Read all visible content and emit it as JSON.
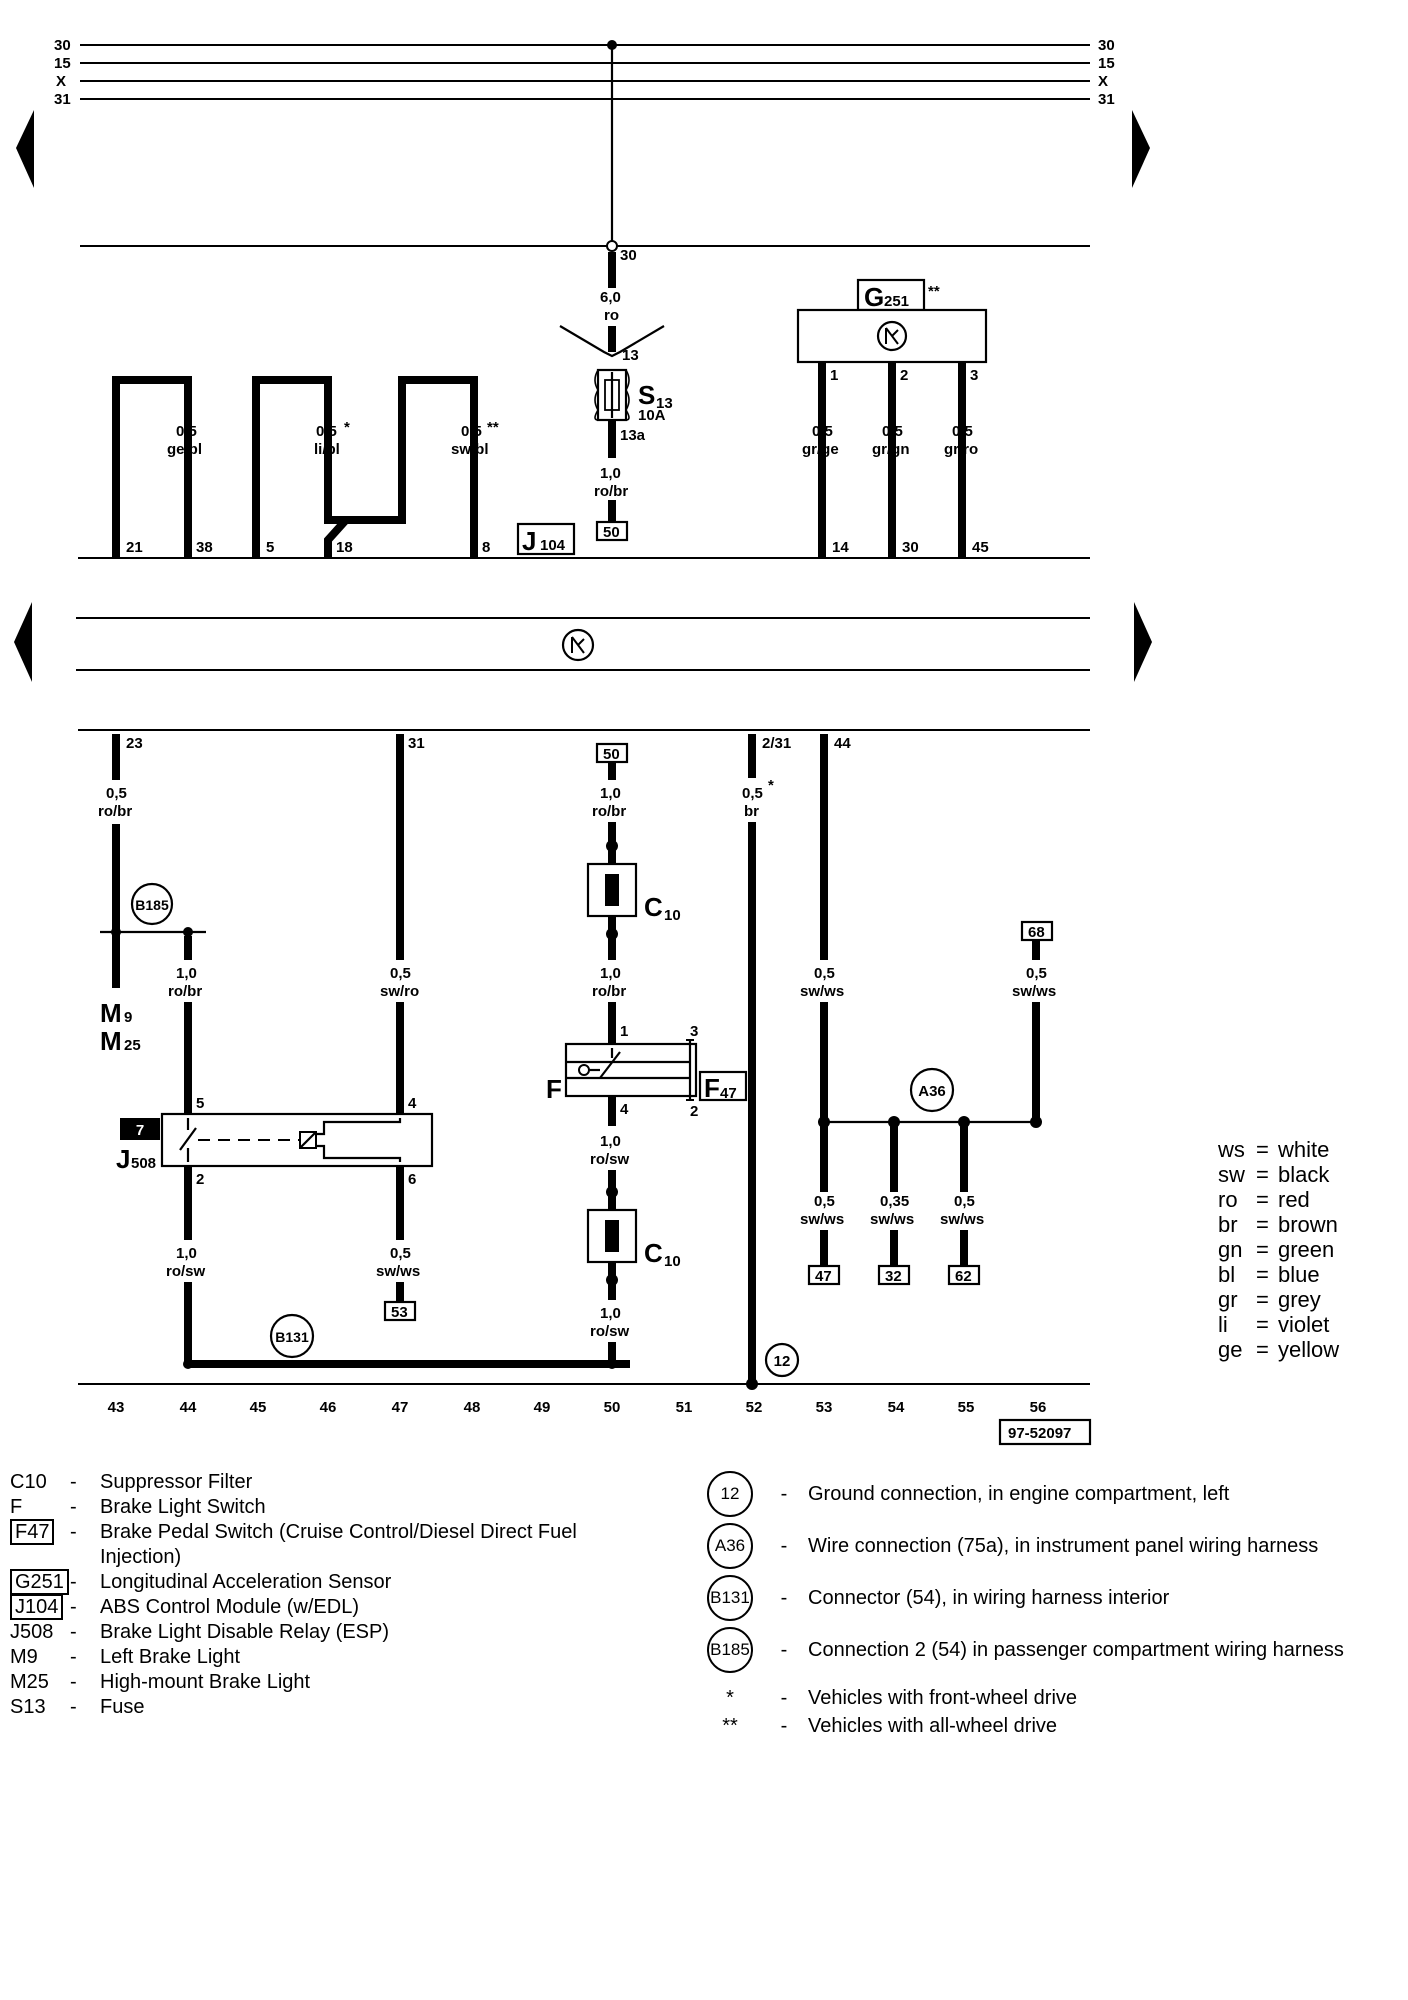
{
  "bus_labels": [
    "30",
    "15",
    "X",
    "31"
  ],
  "top_junction": "30",
  "wires": {
    "upper_left": [
      {
        "size": "0,5",
        "color": "ge/bl"
      },
      {
        "size": "0,5",
        "color": "li/bl",
        "mark": "*"
      },
      {
        "size": "0,5",
        "color": "sw/bl",
        "mark": "**"
      }
    ],
    "upper_pins": [
      "21",
      "38",
      "5",
      "18",
      "8",
      "14",
      "30",
      "45"
    ],
    "fuse_feed": {
      "size": "6,0",
      "color": "ro"
    },
    "fuse_out": {
      "size": "1,0",
      "color": "ro/br"
    },
    "fuse_pins": [
      "13",
      "13a"
    ],
    "fuse_label": "S",
    "fuse_sub": "13",
    "fuse_rating": "10A",
    "terminal_50": "50",
    "j104_label": "J",
    "j104_sub": "104",
    "g251_label": "G",
    "g251_sub": "251",
    "g251_mark": "**",
    "g251_pins": [
      "1",
      "2",
      "3"
    ],
    "g251_wires": [
      {
        "size": "0,5",
        "color": "gr/ge"
      },
      {
        "size": "0,5",
        "color": "gr/gn"
      },
      {
        "size": "0,5",
        "color": "gr/ro"
      }
    ],
    "lower_pins": [
      "23",
      "31",
      "2/31",
      "44"
    ],
    "lower": {
      "w23": {
        "size": "0,5",
        "color": "ro/br"
      },
      "w_b185": {
        "size": "1,0",
        "color": "ro/br"
      },
      "w31": {
        "size": "0,5",
        "color": "sw/ro"
      },
      "w50a": {
        "size": "1,0",
        "color": "ro/br"
      },
      "w50b": {
        "size": "1,0",
        "color": "ro/br"
      },
      "w52": {
        "size": "0,5",
        "color": "br",
        "mark": "*"
      },
      "w44": {
        "size": "0,5",
        "color": "sw/ws"
      },
      "w68": {
        "size": "0,5",
        "color": "sw/ws"
      },
      "wF4": {
        "size": "1,0",
        "color": "ro/sw"
      },
      "wC10b": {
        "size": "1,0",
        "color": "ro/sw"
      },
      "wJ2": {
        "size": "1,0",
        "color": "ro/sw"
      },
      "wJ6": {
        "size": "0,5",
        "color": "sw/ws"
      },
      "w47": {
        "size": "0,5",
        "color": "sw/ws"
      },
      "w32": {
        "size": "0,35",
        "color": "sw/ws"
      },
      "w62": {
        "size": "0,5",
        "color": "sw/ws"
      }
    },
    "terminals": [
      "50",
      "68",
      "53",
      "47",
      "32",
      "62"
    ],
    "j508_pins": [
      "5",
      "4",
      "2",
      "6"
    ],
    "j508_tag": "7",
    "j508_label": "J",
    "j508_sub": "508",
    "f_pins": [
      "1",
      "3",
      "4",
      "2"
    ],
    "f_label": "F",
    "f47_label": "F",
    "f47_sub": "47",
    "c10_label": "C",
    "c10_sub": "10",
    "m_labels": [
      {
        "main": "M",
        "sub": "9"
      },
      {
        "main": "M",
        "sub": "25"
      }
    ],
    "circles": [
      "B185",
      "B131",
      "A36",
      "12"
    ]
  },
  "bottom_scale": [
    "43",
    "44",
    "45",
    "46",
    "47",
    "48",
    "49",
    "50",
    "51",
    "52",
    "53",
    "54",
    "55",
    "56"
  ],
  "diagram_id": "97-52097",
  "color_codes": [
    {
      "code": "ws",
      "name": "white"
    },
    {
      "code": "sw",
      "name": "black"
    },
    {
      "code": "ro",
      "name": "red"
    },
    {
      "code": "br",
      "name": "brown"
    },
    {
      "code": "gn",
      "name": "green"
    },
    {
      "code": "bl",
      "name": "blue"
    },
    {
      "code": "gr",
      "name": "grey"
    },
    {
      "code": "li",
      "name": "violet"
    },
    {
      "code": "ge",
      "name": "yellow"
    }
  ],
  "legend_left": [
    {
      "code": "C10",
      "desc": "Suppressor Filter"
    },
    {
      "code": "F",
      "desc": "Brake Light Switch"
    },
    {
      "code": "F47",
      "boxed": true,
      "desc": "Brake Pedal Switch (Cruise Control/Diesel Direct Fuel",
      "desc2": "Injection)"
    },
    {
      "code": "G251",
      "boxed": true,
      "desc": "Longitudinal Acceleration Sensor"
    },
    {
      "code": "J104",
      "boxed": true,
      "desc": "ABS Control Module (w/EDL)"
    },
    {
      "code": "J508",
      "desc": "Brake Light Disable Relay (ESP)"
    },
    {
      "code": "M9",
      "desc": "Left Brake Light"
    },
    {
      "code": "M25",
      "desc": "High-mount Brake Light"
    },
    {
      "code": "S13",
      "desc": "Fuse"
    }
  ],
  "legend_right": [
    {
      "sym": "12",
      "desc": "Ground connection, in engine compartment, left"
    },
    {
      "sym": "A36",
      "desc": "Wire connection (75a), in instrument panel wiring harness"
    },
    {
      "sym": "B131",
      "desc": "Connector (54), in wiring harness interior"
    },
    {
      "sym": "B185",
      "desc": "Connection 2 (54) in passenger compartment wiring harness"
    }
  ],
  "legend_notes": [
    {
      "sym": "*",
      "desc": "Vehicles with front-wheel drive"
    },
    {
      "sym": "**",
      "desc": "Vehicles with all-wheel drive"
    }
  ],
  "dash": "-"
}
